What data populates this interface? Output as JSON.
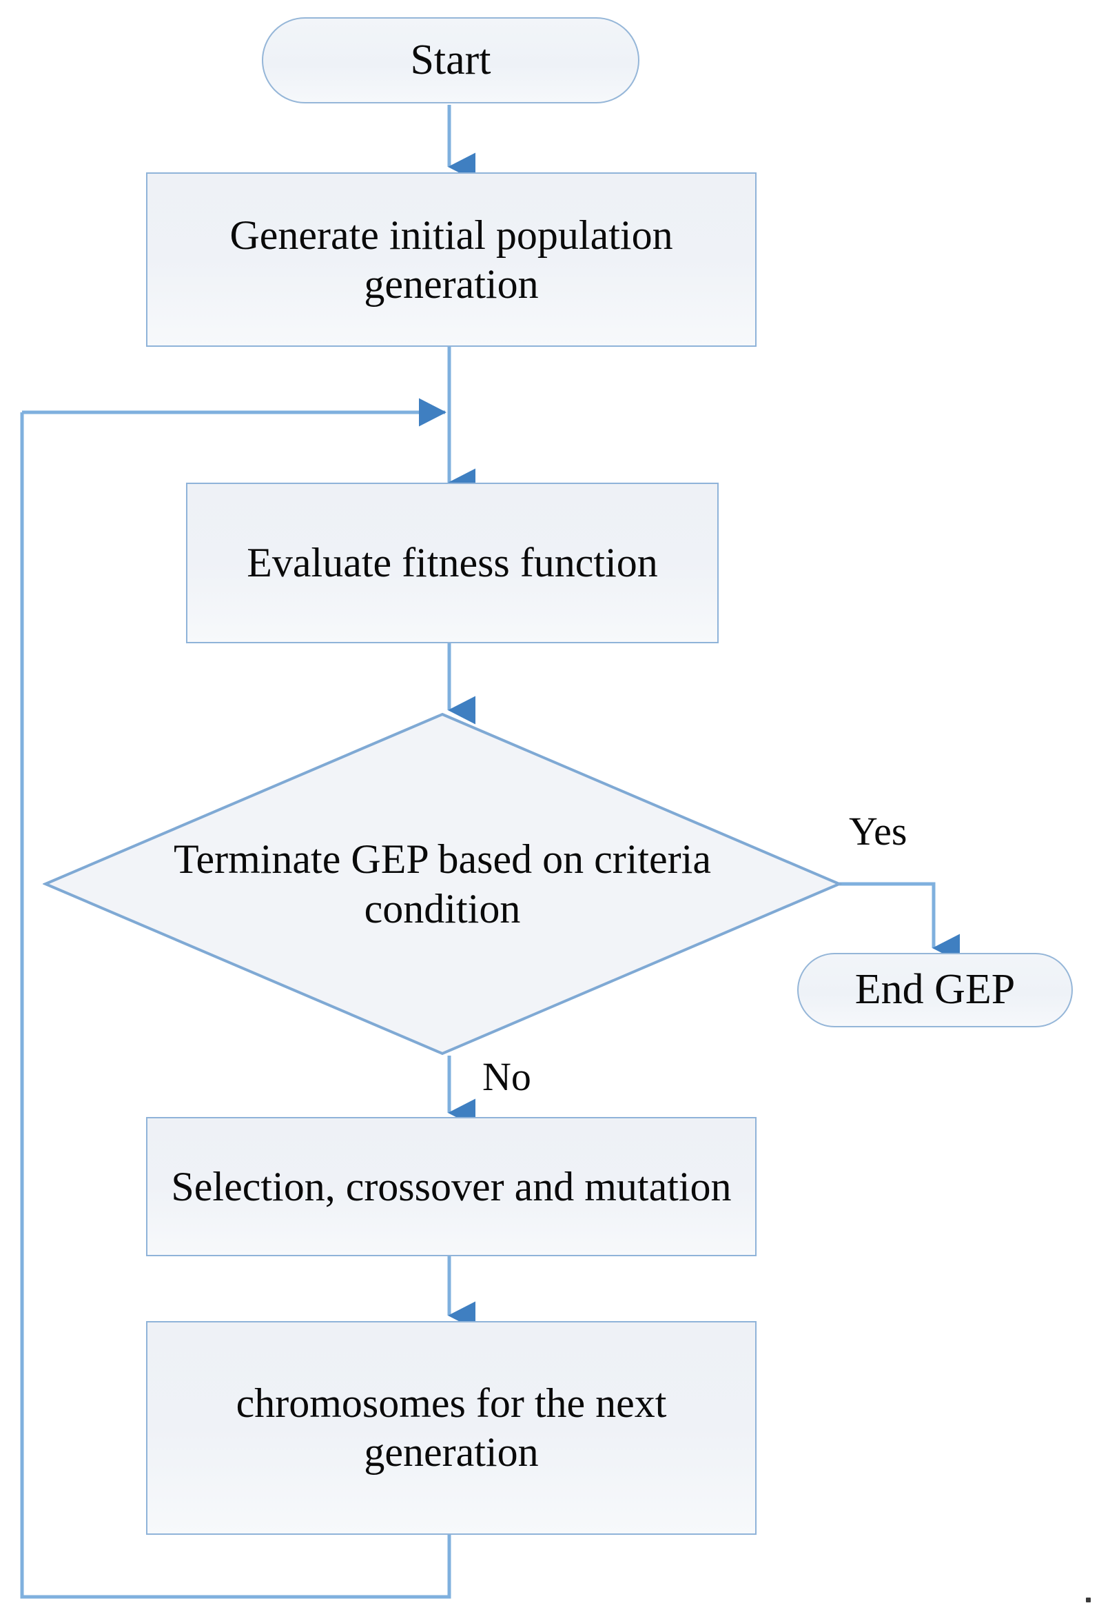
{
  "diagram": {
    "title": "Gene Expression Programming (GEP) flowchart",
    "accent_color": "#5b9bd5",
    "node_border_color": "#8fb3d9",
    "node_fill_color": "#eff2f7",
    "text_color": "#0a0a0a",
    "background_color": "#ffffff"
  },
  "nodes": {
    "start": {
      "label": "Start",
      "shape": "terminal"
    },
    "generate": {
      "label": "Generate initial population generation",
      "shape": "process"
    },
    "evaluate": {
      "label": "Evaluate fitness function",
      "shape": "process"
    },
    "decision": {
      "label": "Terminate GEP based on criteria condition",
      "shape": "decision"
    },
    "end": {
      "label": "End GEP",
      "shape": "terminal"
    },
    "operators": {
      "label": "Selection, crossover and mutation",
      "shape": "process"
    },
    "next_gen": {
      "label": "chromosomes for the next generation",
      "shape": "process"
    }
  },
  "edge_labels": {
    "yes": "Yes",
    "no": "No"
  },
  "flow": [
    {
      "from": "start",
      "to": "generate",
      "label": ""
    },
    {
      "from": "generate",
      "to": "evaluate",
      "label": ""
    },
    {
      "from": "evaluate",
      "to": "decision",
      "label": ""
    },
    {
      "from": "decision",
      "to": "end",
      "label": "Yes"
    },
    {
      "from": "decision",
      "to": "operators",
      "label": "No"
    },
    {
      "from": "operators",
      "to": "next_gen",
      "label": ""
    },
    {
      "from": "next_gen",
      "to": "evaluate",
      "label": ""
    }
  ]
}
